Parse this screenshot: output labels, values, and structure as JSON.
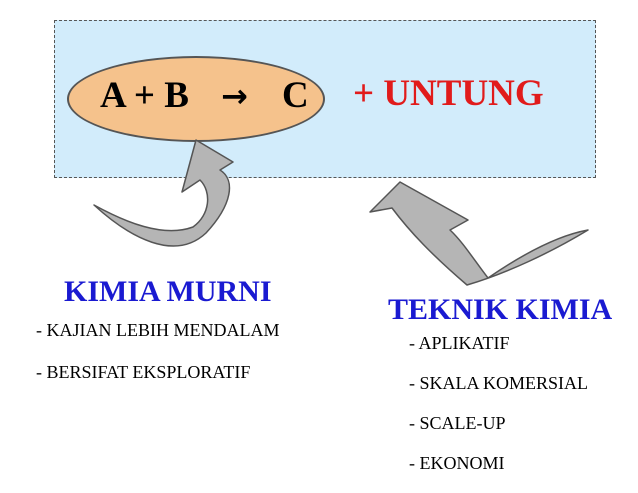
{
  "reaction_box": {
    "equation_left": "A + B",
    "equation_arrow": "→",
    "equation_right": "C",
    "profit_label": "+ UNTUNG"
  },
  "left_branch": {
    "heading": "KIMIA MURNI",
    "items": [
      "- KAJIAN LEBIH MENDALAM",
      "- BERSIFAT EKSPLORATIF"
    ]
  },
  "right_branch": {
    "heading": "TEKNIK KIMIA",
    "items": [
      "- APLIKATIF",
      "- SKALA KOMERSIAL",
      "- SCALE-UP",
      "-  EKONOMI"
    ]
  },
  "colors": {
    "box_fill": "#d2ecfb",
    "ellipse_fill": "#f5c28c",
    "profit_text": "#e11b1b",
    "heading_text": "#1a1ad1",
    "arrow_fill": "#b5b5b5"
  }
}
